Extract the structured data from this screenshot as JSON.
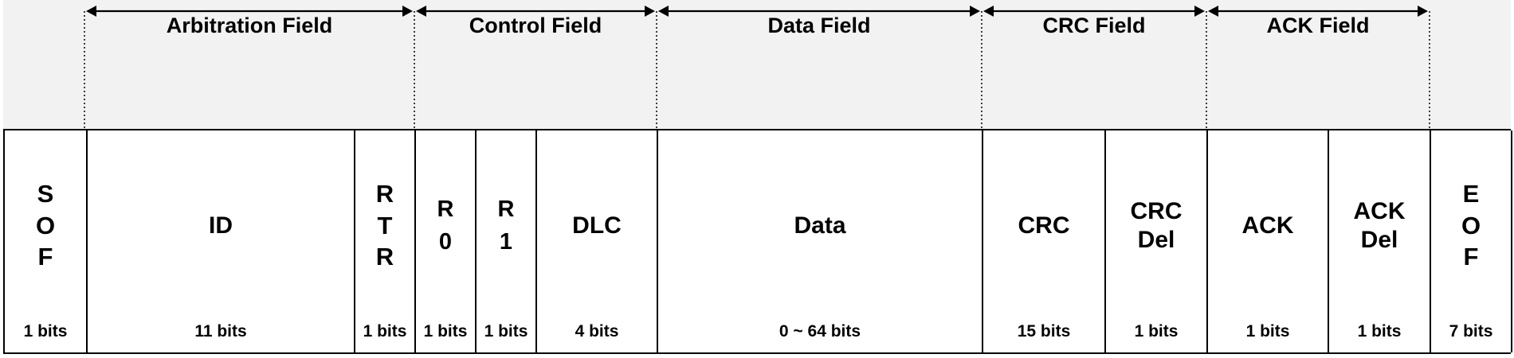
{
  "diagram": {
    "fields": [
      {
        "name": "Arbitration Field"
      },
      {
        "name": "Control Field"
      },
      {
        "name": "Data Field"
      },
      {
        "name": "CRC Field"
      },
      {
        "name": "ACK Field"
      }
    ],
    "cells": [
      {
        "label": "S\nO\nF",
        "bits": "1 bits"
      },
      {
        "label": "ID",
        "bits": "11 bits"
      },
      {
        "label": "R\nT\nR",
        "bits": "1 bits"
      },
      {
        "label": "R\n0",
        "bits": "1 bits"
      },
      {
        "label": "R\n1",
        "bits": "1 bits"
      },
      {
        "label": "DLC",
        "bits": "4 bits"
      },
      {
        "label": "Data",
        "bits": "0 ~ 64 bits"
      },
      {
        "label": "CRC",
        "bits": "15 bits"
      },
      {
        "label": "CRC\nDel",
        "bits": "1 bits"
      },
      {
        "label": "ACK",
        "bits": "1 bits"
      },
      {
        "label": "ACK\nDel",
        "bits": "1 bits"
      },
      {
        "label": "E\nO\nF",
        "bits": "7 bits"
      }
    ],
    "colors": {
      "header_background": "#f2f2f2",
      "line": "#000000",
      "background": "#ffffff"
    }
  }
}
